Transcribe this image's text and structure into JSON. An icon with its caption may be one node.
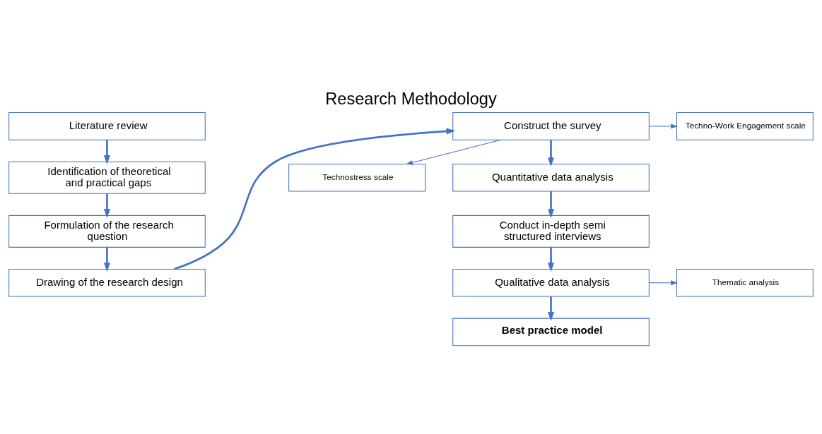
{
  "diagram": {
    "title": "Research Methodology",
    "nodes": [
      {
        "text": [
          "Literature review"
        ]
      },
      {
        "text": [
          "Identification of theoretical and practical gaps"
        ]
      },
      {
        "text": [
          "Formulation of the research question"
        ]
      },
      {
        "text": [
          "Drawing of the research design"
        ]
      },
      {
        "text": [
          "Construct the survey"
        ]
      },
      {
        "text": [
          "Techno-Work Engagement scale"
        ]
      },
      {
        "text": [
          "Technostress scale"
        ]
      },
      {
        "text": [
          "Quantitative data analysis"
        ]
      },
      {
        "text": [
          "Conduct in-depth semi structured interviews"
        ]
      },
      {
        "text": [
          "Qualitative data analysis"
        ]
      },
      {
        "text": [
          "Thematic analysis"
        ]
      },
      {
        "text": [
          "Best practice model"
        ]
      }
    ],
    "edges": [
      {
        "from": 0,
        "to": 1,
        "arrow": "to"
      },
      {
        "from": 1,
        "to": 2,
        "arrow": "to"
      },
      {
        "from": 2,
        "to": 3,
        "arrow": "to"
      },
      {
        "from": 3,
        "to": 4,
        "arrow": "to"
      },
      {
        "from": 4,
        "to": 5,
        "arrow": "to"
      },
      {
        "from": 4,
        "to": 6,
        "arrow": "to"
      },
      {
        "from": 4,
        "to": 7,
        "arrow": "to"
      },
      {
        "from": 7,
        "to": 8,
        "arrow": "to"
      },
      {
        "from": 8,
        "to": 9,
        "arrow": "to"
      },
      {
        "from": 9,
        "to": 10,
        "arrow": "to"
      },
      {
        "from": 9,
        "to": 11,
        "arrow": "to"
      }
    ]
  }
}
